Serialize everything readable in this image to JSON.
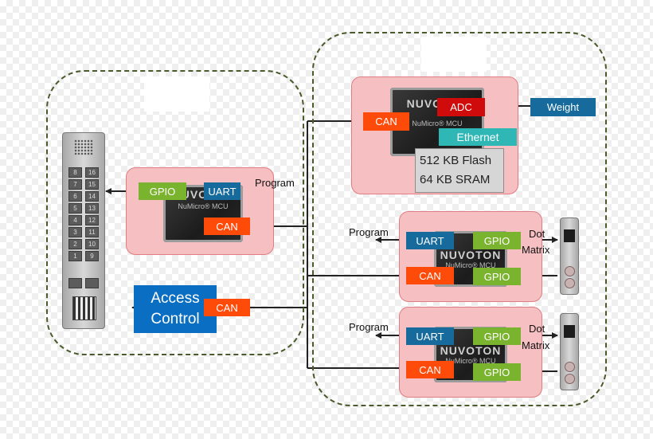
{
  "left_group": {
    "mcu": {
      "brand": "NUVOTON",
      "subtitle": "NuMicro® MCU",
      "gpio": "GPIO",
      "uart": "UART",
      "can": "CAN"
    },
    "program": "Program",
    "access_control": {
      "line1": "Access",
      "line2": "Control",
      "can": "CAN"
    },
    "keypad_keys": [
      "8",
      "16",
      "7",
      "15",
      "6",
      "14",
      "5",
      "13",
      "4",
      "12",
      "3",
      "11",
      "2",
      "10",
      "1",
      "9"
    ]
  },
  "right_group": {
    "main_mcu": {
      "brand": "NUVOTON",
      "subtitle": "NuMicro® MCU",
      "can": "CAN",
      "adc": "ADC",
      "ethernet": "Ethernet",
      "flash": "512 KB Flash",
      "sram": "64 KB SRAM"
    },
    "weight": "Weight",
    "floor_nodes": [
      {
        "brand": "NUVOTON",
        "subtitle": "NuMicro® MCU",
        "program": "Program",
        "uart": "UART",
        "gpio_top": "GPIO",
        "gpio_bottom": "GPIO",
        "can": "CAN",
        "dot": "Dot",
        "matrix": "Matrix"
      },
      {
        "brand": "NUVOTON",
        "subtitle": "NuMicro® MCU",
        "program": "Program",
        "uart": "UART",
        "gpio_top": "GPIO",
        "gpio_bottom": "GPIO",
        "can": "CAN",
        "dot": "Dot",
        "matrix": "Matrix"
      }
    ]
  },
  "colors": {
    "can": "#ff4b0a",
    "gpio": "#7ab32d",
    "uart": "#166a9c",
    "adc": "#cf0b0b",
    "ethernet": "#2fb7b5",
    "panel": "#f6bfc1",
    "access": "#0a6fc2"
  }
}
